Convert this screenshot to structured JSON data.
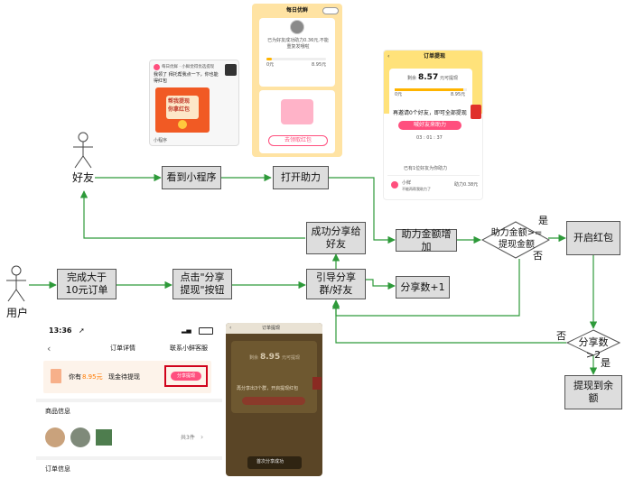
{
  "flow": {
    "nodes": {
      "friend": "好友",
      "user": "用户",
      "see_mini_program": "看到小程序",
      "open_help": "打开助力",
      "help_amount_increase": "助力金额增加",
      "amount_check": "助力金额>=提现金额",
      "open_red_packet": "开启红包",
      "share_count_check": "分享数>2",
      "withdraw_to_balance": "提现到余额",
      "order_over_10": "完成大于10元订单",
      "click_share_withdraw": "点击\"分享提现\"按钮",
      "guide_share": "引导分享群/好友",
      "share_success": "成功分享给好友",
      "share_plus_one": "分享数+1"
    },
    "edge_labels": {
      "amount_yes": "是",
      "amount_no": "否",
      "share_no": "否",
      "share_yes": "是"
    },
    "colors": {
      "arrow": "#2e9a3a",
      "node_fill": "#dddddd",
      "node_border": "#555555"
    }
  },
  "screens": {
    "card": {
      "header": "每日优鲜 · 小鲜觉得优选提现",
      "message": "我领了 拜托帮我点一下，你也能得红包",
      "red_line1": "帮我提现",
      "red_line2": "你拿红包",
      "footer": "小程序"
    },
    "help_page": {
      "title": "每日优鲜",
      "help_text": "已为好友成功助力0.36元,不能重复发哦啦",
      "bar_left": "0元",
      "bar_right": "8.95元",
      "cta": "去领取红包"
    },
    "progress_page": {
      "title": "订单提现",
      "amount_prefix": "剩余",
      "amount": "8.57",
      "amount_suffix": "元可提现",
      "left_label": "0元",
      "right_label": "8.95元",
      "invite_text": "再邀请0个好友，即可全部提现",
      "cta": "喊好友来助力",
      "countdown": "03 : 01 : 37",
      "record_title": "已有1位好友为你助力",
      "friend_name": "小鲜",
      "friend_note": "不能再帮我助力了",
      "friend_amount": "助力0.38元"
    },
    "order_page": {
      "time": "13:36",
      "title": "订单详情",
      "contact": "联系小鲜客服",
      "cash_prefix": "你有",
      "cash_amount": "8.95元",
      "cash_suffix": "现金待提现",
      "share_btn": "分享提现",
      "goods_label": "商品信息",
      "goods_count": "共3件",
      "order_info": "订单信息"
    },
    "dark_page": {
      "title": "订单提现",
      "amount_prefix": "剩余",
      "amount": "8.95",
      "amount_suffix": "元可提现",
      "invite_text": "再分享出3个群，开启提现红包",
      "toast": "首次分享成功"
    }
  }
}
